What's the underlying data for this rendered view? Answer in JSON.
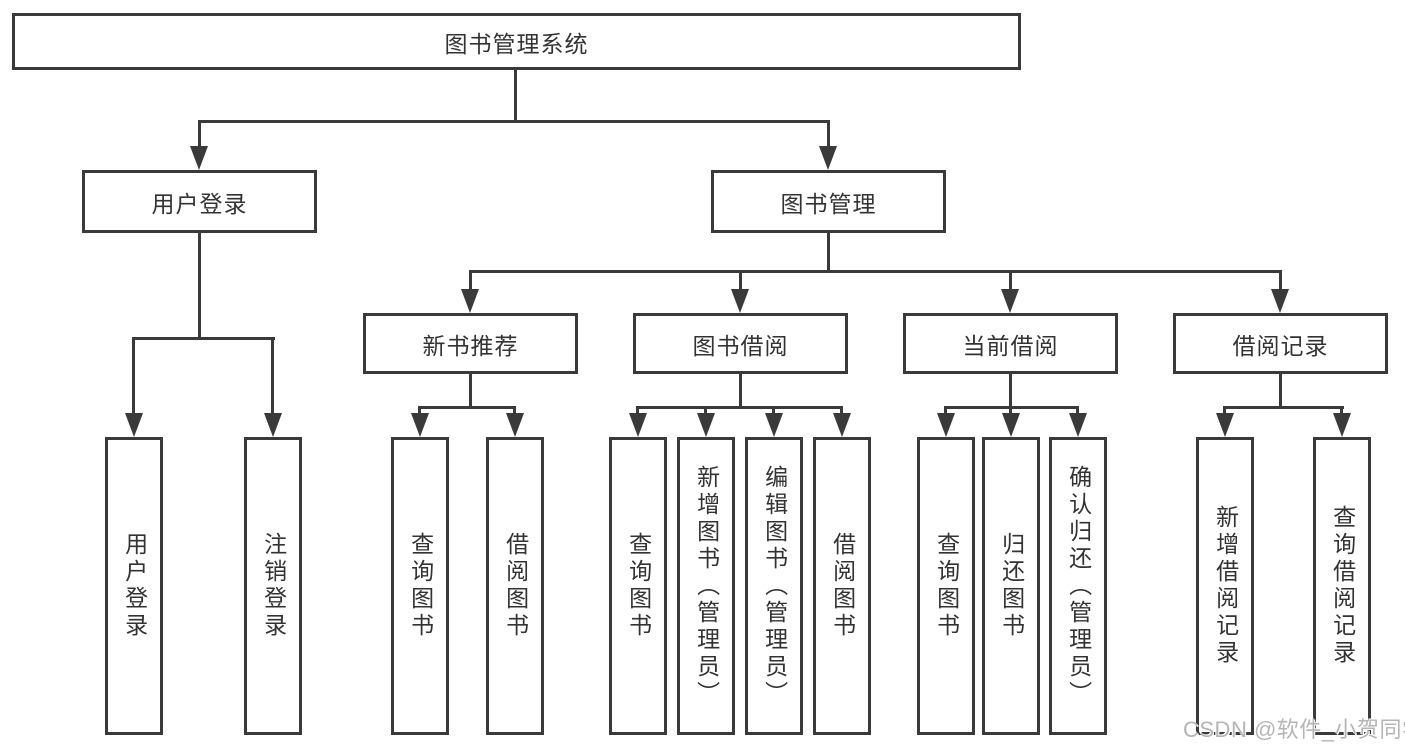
{
  "tree": {
    "root": {
      "label": "图书管理系统"
    },
    "branches": [
      {
        "label": "用户登录",
        "children": [
          {
            "label": "用户登录"
          },
          {
            "label": "注销登录"
          }
        ]
      },
      {
        "label": "图书管理",
        "children": [
          {
            "label": "新书推荐",
            "children": [
              {
                "label": "查询图书"
              },
              {
                "label": "借阅图书"
              }
            ]
          },
          {
            "label": "图书借阅",
            "children": [
              {
                "label": "查询图书"
              },
              {
                "label": "新增图书（管理员）"
              },
              {
                "label": "编辑图书（管理员）"
              },
              {
                "label": "借阅图书"
              }
            ]
          },
          {
            "label": "当前借阅",
            "children": [
              {
                "label": "查询图书"
              },
              {
                "label": "归还图书"
              },
              {
                "label": "确认归还（管理员）"
              }
            ]
          },
          {
            "label": "借阅记录",
            "children": [
              {
                "label": "新增借阅记录"
              },
              {
                "label": "查询借阅记录"
              }
            ]
          }
        ]
      }
    ]
  },
  "watermark": "CSDN @软件_小贺同学",
  "colors": {
    "line": "#3a3a3a",
    "text": "#333333",
    "background": "#ffffff",
    "watermark": "#b5b5b5"
  }
}
